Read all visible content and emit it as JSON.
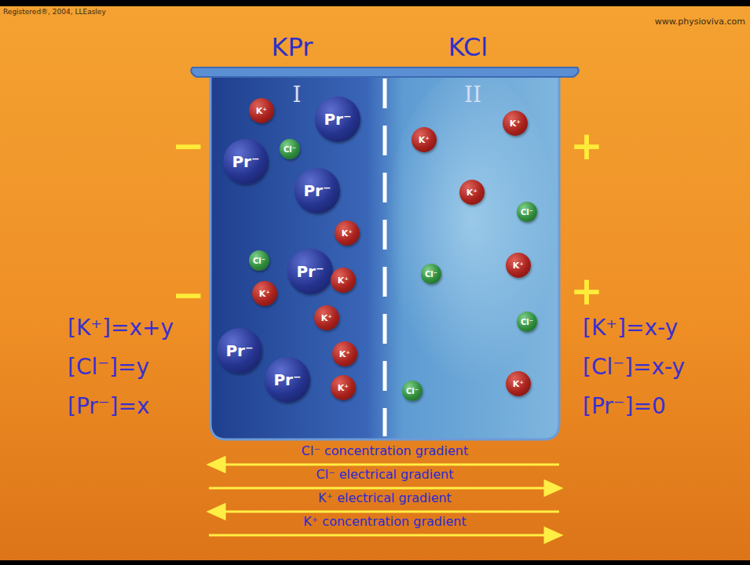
{
  "diagram": {
    "nodes": [
      {
        "text": [
          "I"
        ]
      },
      {
        "text": [
          "K⁺"
        ],
        "in": 0
      },
      {
        "text": [
          "Pr⁻"
        ],
        "in": 0
      },
      {
        "text": [
          "Cl⁻"
        ],
        "in": 0
      },
      {
        "text": [
          "Pr⁻"
        ],
        "in": 0
      },
      {
        "text": [
          "Pr⁻"
        ],
        "in": 0
      },
      {
        "text": [
          "K⁺"
        ],
        "in": 0
      },
      {
        "text": [
          "Cl⁻"
        ],
        "in": 0
      },
      {
        "text": [
          "Pr⁻"
        ],
        "in": 0
      },
      {
        "text": [
          "K⁺"
        ],
        "in": 0
      },
      {
        "text": [
          "K⁺"
        ],
        "in": 0
      },
      {
        "text": [
          "K⁺"
        ],
        "in": 0
      },
      {
        "text": [
          "Pr⁻"
        ],
        "in": 0
      },
      {
        "text": [
          "K⁺"
        ],
        "in": 0
      },
      {
        "text": [
          "Pr⁻"
        ],
        "in": 0
      },
      {
        "text": [
          "K⁺"
        ],
        "in": 0
      },
      {
        "text": [
          "II"
        ]
      },
      {
        "text": [
          "K⁺"
        ],
        "in": 16
      },
      {
        "text": [
          "K⁺"
        ],
        "in": 16
      },
      {
        "text": [
          "K⁺"
        ],
        "in": 16
      },
      {
        "text": [
          "Cl⁻"
        ],
        "in": 16
      },
      {
        "text": [
          "Cl⁻"
        ],
        "in": 16
      },
      {
        "text": [
          "K⁺"
        ],
        "in": 16
      },
      {
        "text": [
          "Cl⁻"
        ],
        "in": 16
      },
      {
        "text": [
          "K⁺"
        ],
        "in": 16
      },
      {
        "text": [
          "Cl⁻"
        ],
        "in": 16
      }
    ],
    "labels": [
      "Registered®, 2004, LLEasley",
      "www.physioviva.com",
      "KPr",
      "KCl",
      "−",
      "+",
      "−",
      "+",
      "[K⁺]=x+y",
      "[Cl⁻]=y",
      "[Pr⁻]=x",
      "[K⁺]=x-y",
      "[Cl⁻]=x-y",
      "[Pr⁻]=0",
      "Cl⁻ concentration gradient",
      "Cl⁻ electrical gradient",
      "K⁺ electrical gradient",
      "K⁺ concentration gradient"
    ]
  }
}
